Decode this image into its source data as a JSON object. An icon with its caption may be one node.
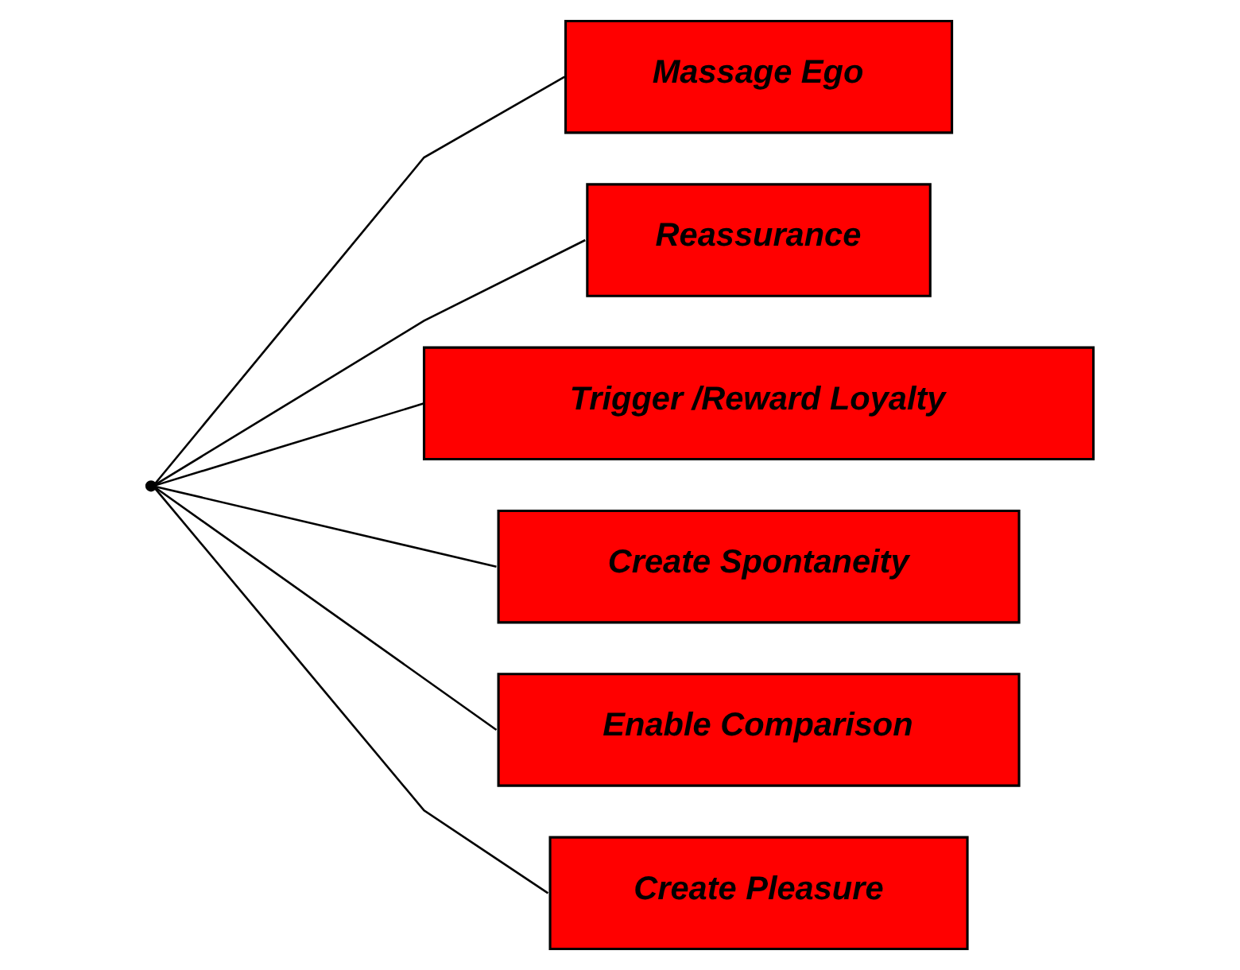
{
  "diagram": {
    "nodes": [
      {
        "text": [],
        "shape": "point"
      },
      {
        "text": [
          "Massage Ego"
        ]
      },
      {
        "text": [
          "Reassurance"
        ]
      },
      {
        "text": [
          "Trigger /Reward Loyalty"
        ]
      },
      {
        "text": [
          "Create Spontaneity"
        ]
      },
      {
        "text": [
          "Enable Comparison"
        ]
      },
      {
        "text": [
          "Create Pleasure"
        ]
      }
    ],
    "edges": [
      {
        "from": 0,
        "to": 1,
        "arrow": "none"
      },
      {
        "from": 0,
        "to": 2,
        "arrow": "none"
      },
      {
        "from": 0,
        "to": 3,
        "arrow": "none"
      },
      {
        "from": 0,
        "to": 4,
        "arrow": "none"
      },
      {
        "from": 0,
        "to": 5,
        "arrow": "none"
      },
      {
        "from": 0,
        "to": 6,
        "arrow": "none"
      }
    ]
  }
}
